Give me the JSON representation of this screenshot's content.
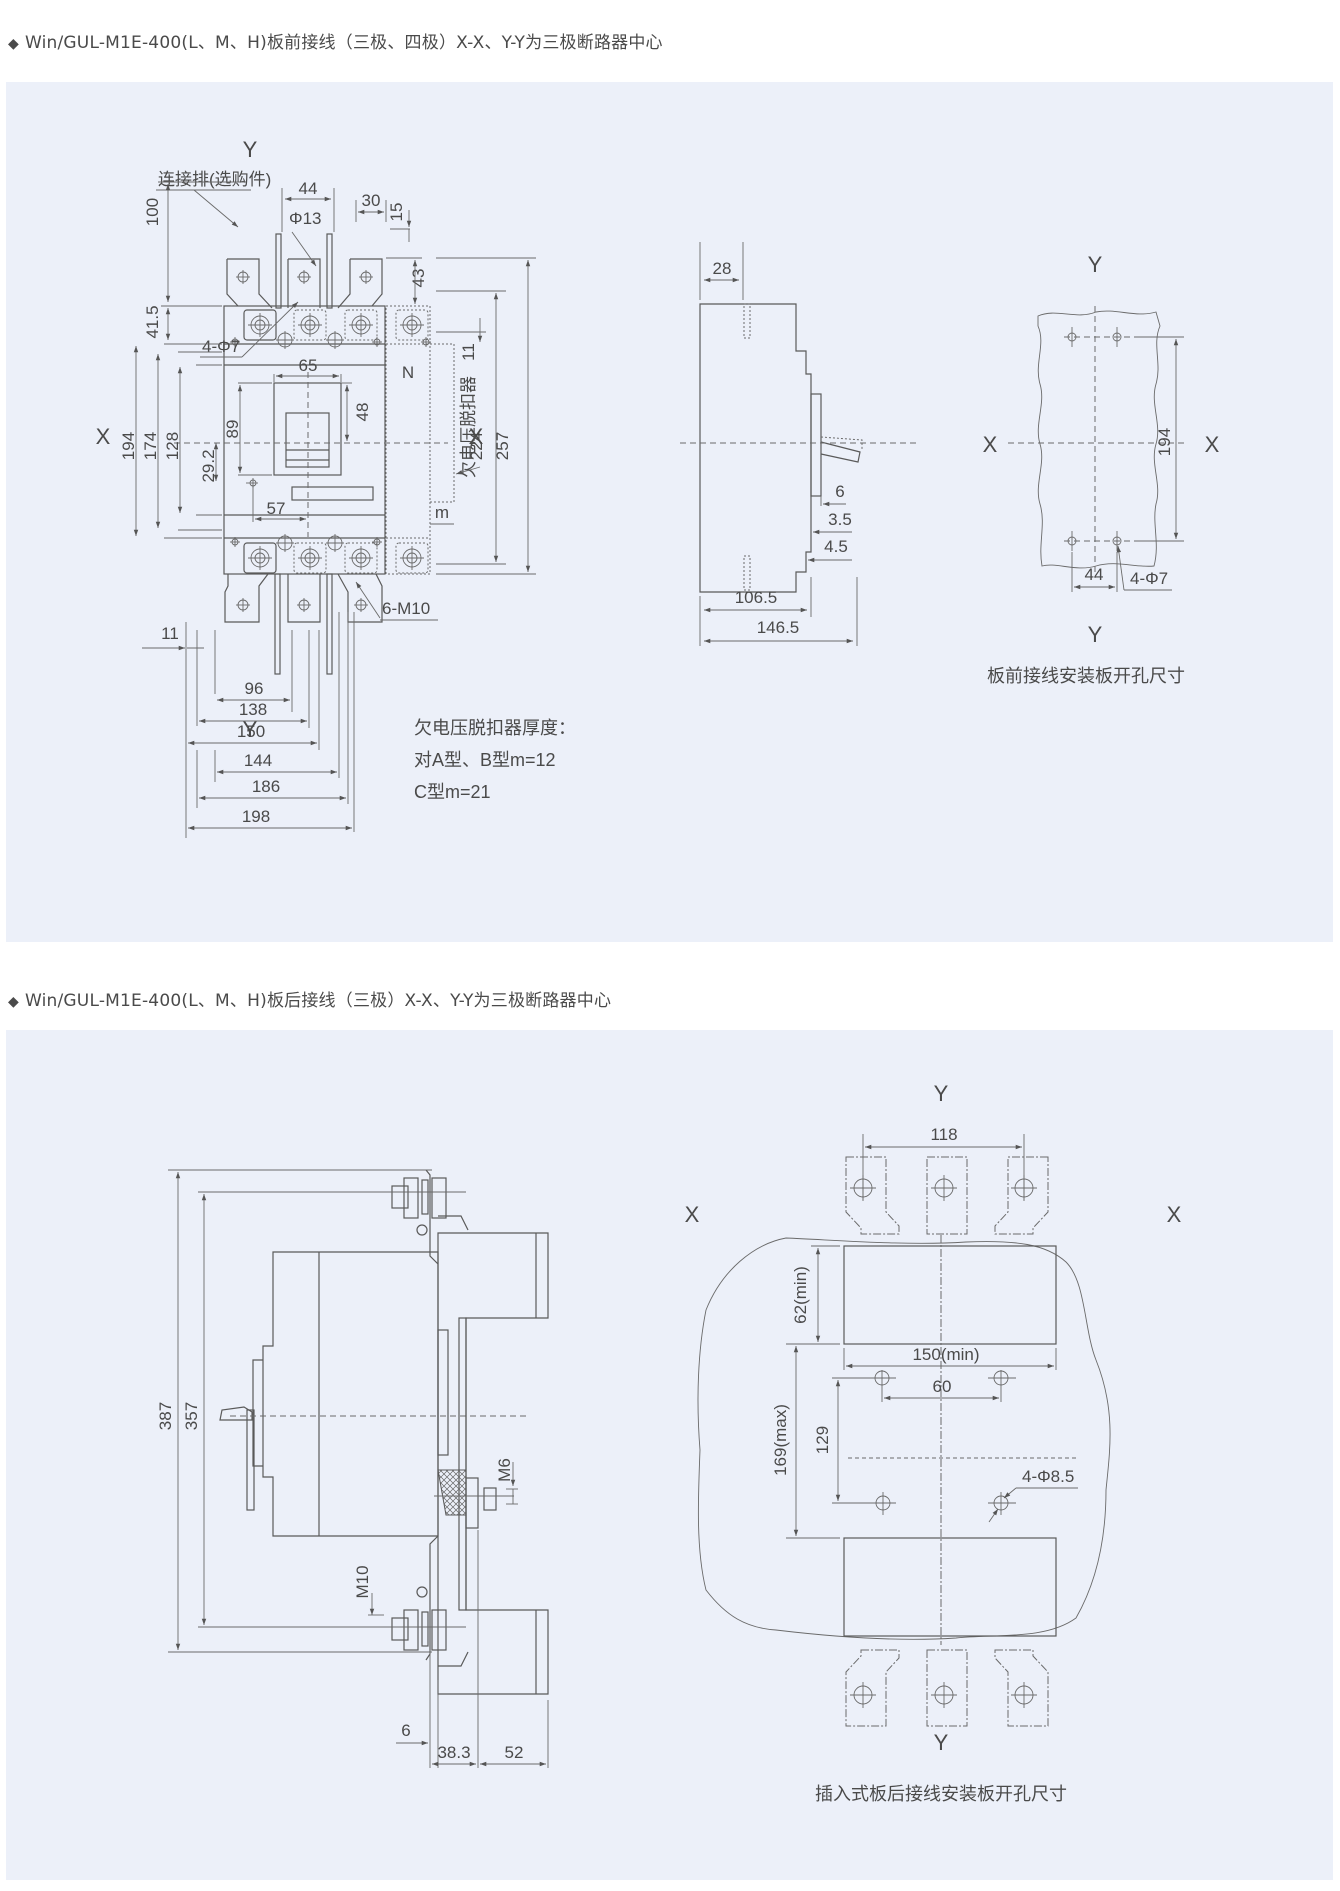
{
  "sections": [
    {
      "title": "Win/GUL-M1E-400(L、M、H)板前接线（三极、四极）X-X、Y-Y为三极断路器中心",
      "bullet_icon": "diamond-icon",
      "front_view": {
        "axis_labels": {
          "top": "Y",
          "bottom": "Y",
          "left": "X",
          "right": "X"
        },
        "callouts": {
          "connector": "连接排(选购件)",
          "hole_dia": "Φ13",
          "mount_holes": "4-Φ7",
          "terminal_screws": "6-M10",
          "neutral": "N",
          "uv_release": "欠电压脱扣器",
          "m_label": "m"
        },
        "dimensions": {
          "d44": "44",
          "d30": "30",
          "d15": "15",
          "d43": "43",
          "d100": "100",
          "d41_5": "41.5",
          "d65": "65",
          "d48": "48",
          "d89": "89",
          "d29_2": "29.2",
          "d57": "57",
          "d194": "194",
          "d174": "174",
          "d128": "128",
          "d11_right": "11",
          "d224": "224",
          "d257": "257",
          "d11_left": "11",
          "d96": "96",
          "d138": "138",
          "d150": "150",
          "d144": "144",
          "d186": "186",
          "d198": "198"
        }
      },
      "uv_note": {
        "line1": "欠电压脱扣器厚度：",
        "line2": "对A型、B型m=12",
        "line3": "C型m=21"
      },
      "side_view": {
        "dimensions": {
          "d28": "28",
          "d6": "6",
          "d3_5": "3.5",
          "d4_5": "4.5",
          "d106_5": "106.5",
          "d146_5": "146.5"
        }
      },
      "cutout_view": {
        "axis_labels": {
          "top": "Y",
          "bottom": "Y",
          "left": "X",
          "right": "X"
        },
        "dimensions": {
          "d194": "194",
          "d44": "44"
        },
        "holes": "4-Φ7",
        "caption": "板前接线安装板开孔尺寸"
      }
    },
    {
      "title": "Win/GUL-M1E-400(L、M、H)板后接线（三极）X-X、Y-Y为三极断路器中心",
      "bullet_icon": "diamond-icon",
      "rear_side_view": {
        "dimensions": {
          "d387": "387",
          "d357": "357",
          "m6": "M6",
          "m10": "M10",
          "d6": "6",
          "d38_3": "38.3",
          "d52": "52"
        }
      },
      "rear_cutout_view": {
        "axis_labels": {
          "top": "Y",
          "bottom": "Y",
          "left": "X",
          "right": "X"
        },
        "dimensions": {
          "d118": "118",
          "d62min": "62(min)",
          "d150min": "150(min)",
          "d60": "60",
          "d129": "129",
          "d169max": "169(max)"
        },
        "holes": "4-Φ8.5",
        "caption": "插入式板后接线安装板开孔尺寸"
      }
    }
  ]
}
